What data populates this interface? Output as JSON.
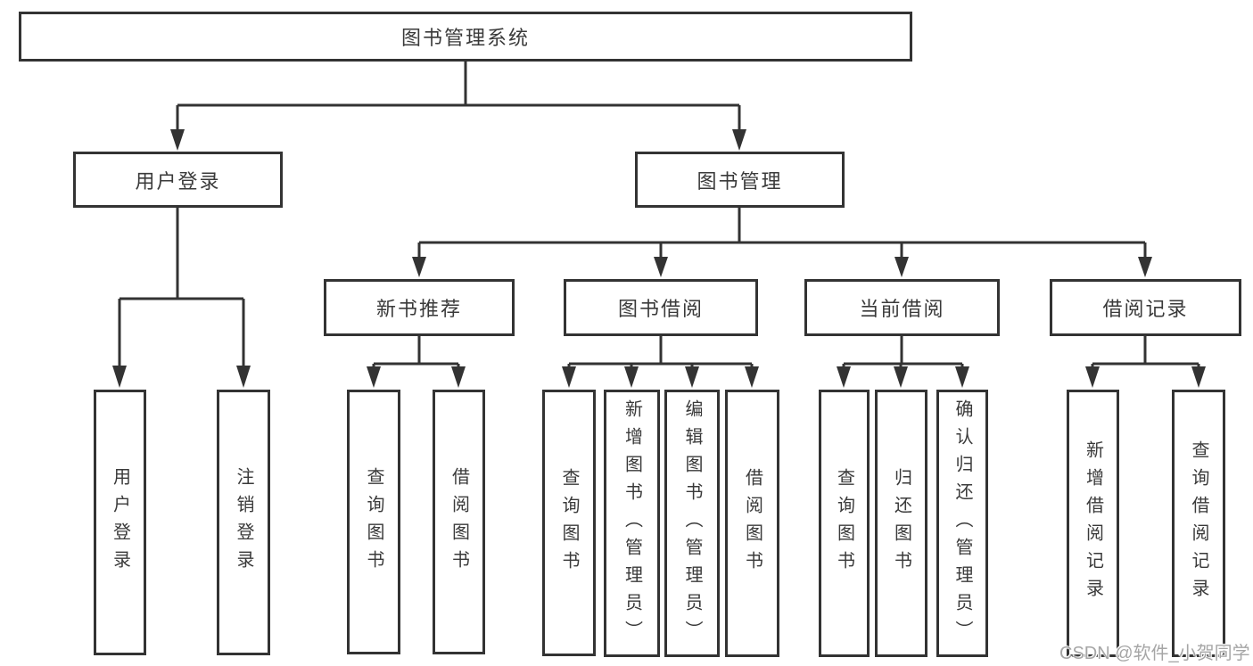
{
  "colors": {
    "line": "#333333",
    "box_border": "#333333",
    "text": "#3a3a3a",
    "watermark": "#a6a6a6",
    "background": "#ffffff"
  },
  "tree": {
    "root": {
      "label": "图书管理系统"
    },
    "level2": [
      {
        "label": "用户登录"
      },
      {
        "label": "图书管理"
      }
    ],
    "level3": [
      {
        "label": "新书推荐",
        "parent": "图书管理"
      },
      {
        "label": "图书借阅",
        "parent": "图书管理"
      },
      {
        "label": "当前借阅",
        "parent": "图书管理"
      },
      {
        "label": "借阅记录",
        "parent": "图书管理"
      }
    ],
    "leaves": [
      {
        "label": "用户登录",
        "parent": "用户登录"
      },
      {
        "label": "注销登录",
        "parent": "用户登录"
      },
      {
        "label": "查询图书",
        "parent": "新书推荐"
      },
      {
        "label": "借阅图书",
        "parent": "新书推荐"
      },
      {
        "label": "查询图书",
        "parent": "图书借阅"
      },
      {
        "label": "新增图书（管理员）",
        "parent": "图书借阅"
      },
      {
        "label": "编辑图书（管理员）",
        "parent": "图书借阅"
      },
      {
        "label": "借阅图书",
        "parent": "图书借阅"
      },
      {
        "label": "查询图书",
        "parent": "当前借阅"
      },
      {
        "label": "归还图书",
        "parent": "当前借阅"
      },
      {
        "label": "确认归还（管理员）",
        "parent": "当前借阅"
      },
      {
        "label": "新增借阅记录",
        "parent": "借阅记录"
      },
      {
        "label": "查询借阅记录",
        "parent": "借阅记录"
      }
    ]
  },
  "watermark": {
    "text": "CSDN @软件_小贺同学"
  }
}
